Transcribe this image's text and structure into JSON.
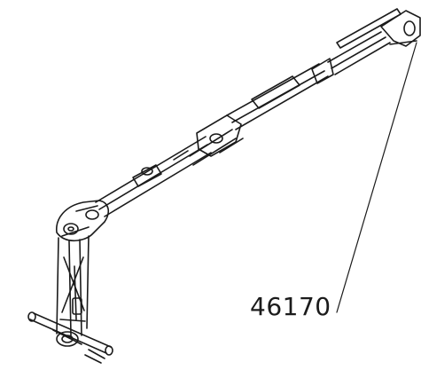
{
  "diagram": {
    "type": "technical-line-drawing",
    "subject": "crane-boom-assembly",
    "stroke_color": "#1b1b1b",
    "background_color": "#ffffff",
    "callouts": [
      {
        "part_number": "46170"
      }
    ]
  }
}
